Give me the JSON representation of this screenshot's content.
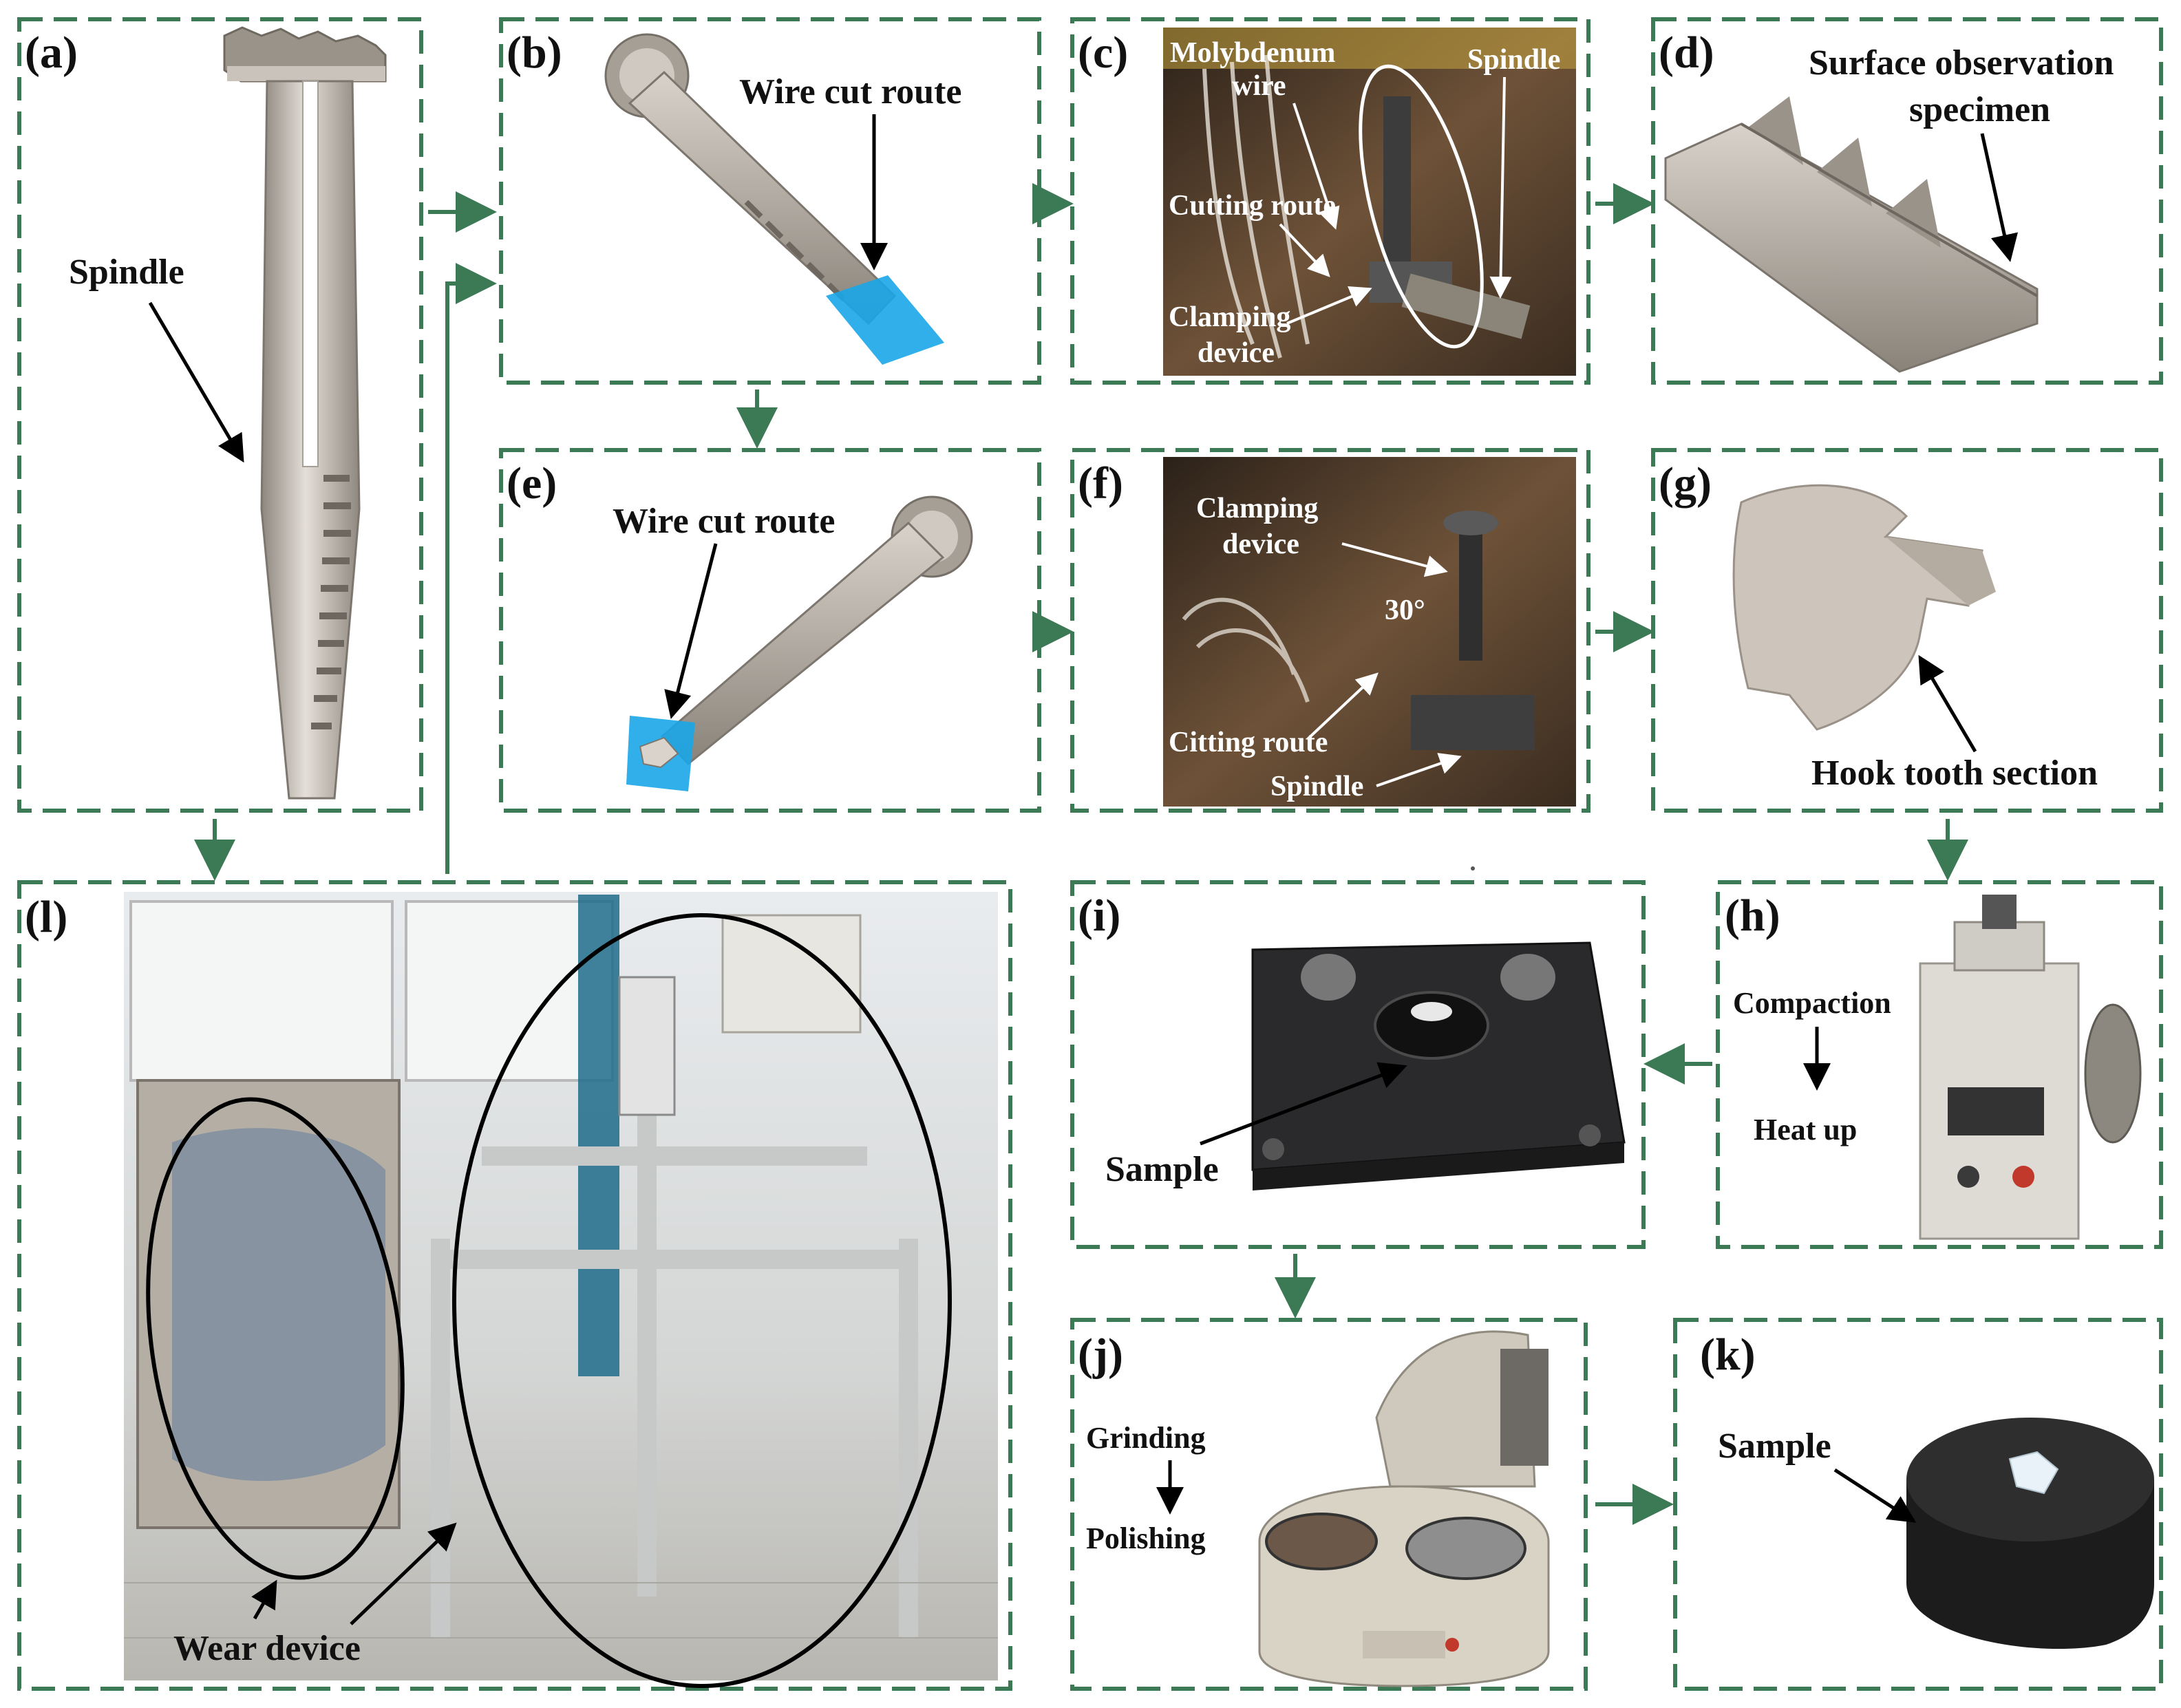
{
  "panels": {
    "a": {
      "tag": "(a)",
      "note": "Spindle"
    },
    "b": {
      "tag": "(b)",
      "note": "Wire cut route"
    },
    "c": {
      "tag": "(c)",
      "notes": [
        "Molybdenum",
        "wire",
        "Spindle",
        "Cutting route",
        "Clamping",
        "device"
      ]
    },
    "d": {
      "tag": "(d)",
      "notes": [
        "Surface observation",
        "specimen"
      ]
    },
    "e": {
      "tag": "(e)",
      "note": "Wire cut route"
    },
    "f": {
      "tag": "(f)",
      "notes": [
        "Clamping",
        "device",
        "30°",
        "Citting route",
        "Spindle"
      ]
    },
    "g": {
      "tag": "(g)",
      "note": "Hook tooth section"
    },
    "h": {
      "tag": "(h)",
      "notes": [
        "Compaction",
        "Heat up"
      ]
    },
    "i": {
      "tag": "(i)",
      "note": "Sample"
    },
    "j": {
      "tag": "(j)",
      "notes": [
        "Grinding",
        "Polishing"
      ]
    },
    "k": {
      "tag": "(k)",
      "note": "Sample"
    },
    "l": {
      "tag": "(l)",
      "note": "Wear device"
    }
  },
  "colors": {
    "frame": "#3b7a55",
    "spindle_metal": "#b9b2a8",
    "cut_plane": "#1aa6e8",
    "photo_dark": "#3a2e24"
  }
}
